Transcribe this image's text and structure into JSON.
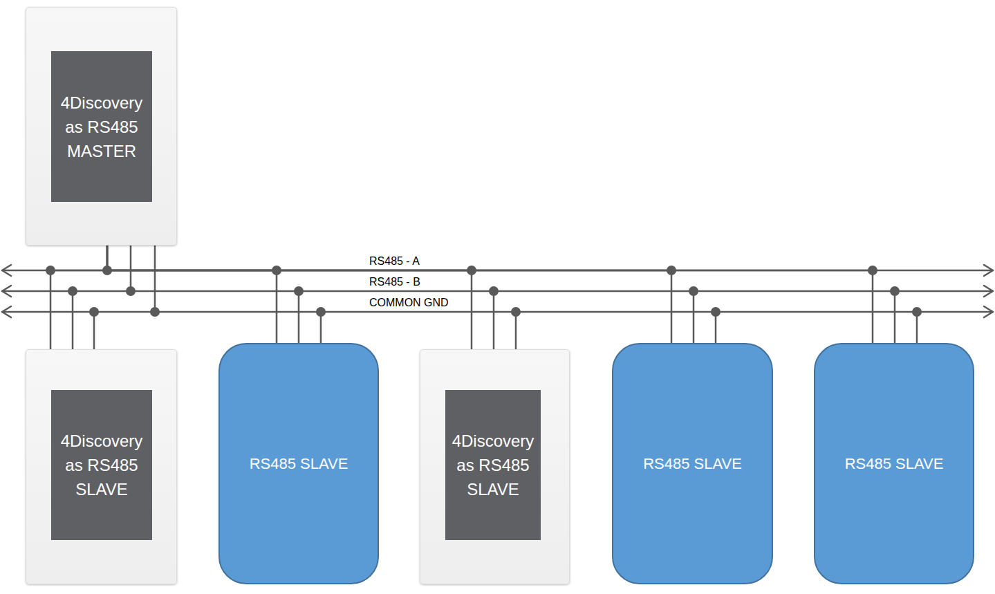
{
  "diagram": {
    "nodes": [
      {
        "text": [
          "4Discovery as RS485 MASTER"
        ]
      },
      {
        "text": [
          "4Discovery as RS485 SLAVE"
        ]
      },
      {
        "text": [
          "RS485 SLAVE"
        ]
      },
      {
        "text": [
          "4Discovery as RS485 SLAVE"
        ]
      },
      {
        "text": [
          "RS485 SLAVE"
        ]
      },
      {
        "text": [
          "RS485 SLAVE"
        ]
      }
    ],
    "edges": [
      {
        "from": 0,
        "to": 1,
        "arrow": "none"
      },
      {
        "from": 0,
        "to": 2,
        "arrow": "none"
      },
      {
        "from": 0,
        "to": 3,
        "arrow": "none"
      },
      {
        "from": 0,
        "to": 4,
        "arrow": "none"
      },
      {
        "from": 0,
        "to": 5,
        "arrow": "none"
      }
    ],
    "labels": [
      "RS485 - A",
      "RS485 - B",
      "COMMON GND"
    ]
  }
}
